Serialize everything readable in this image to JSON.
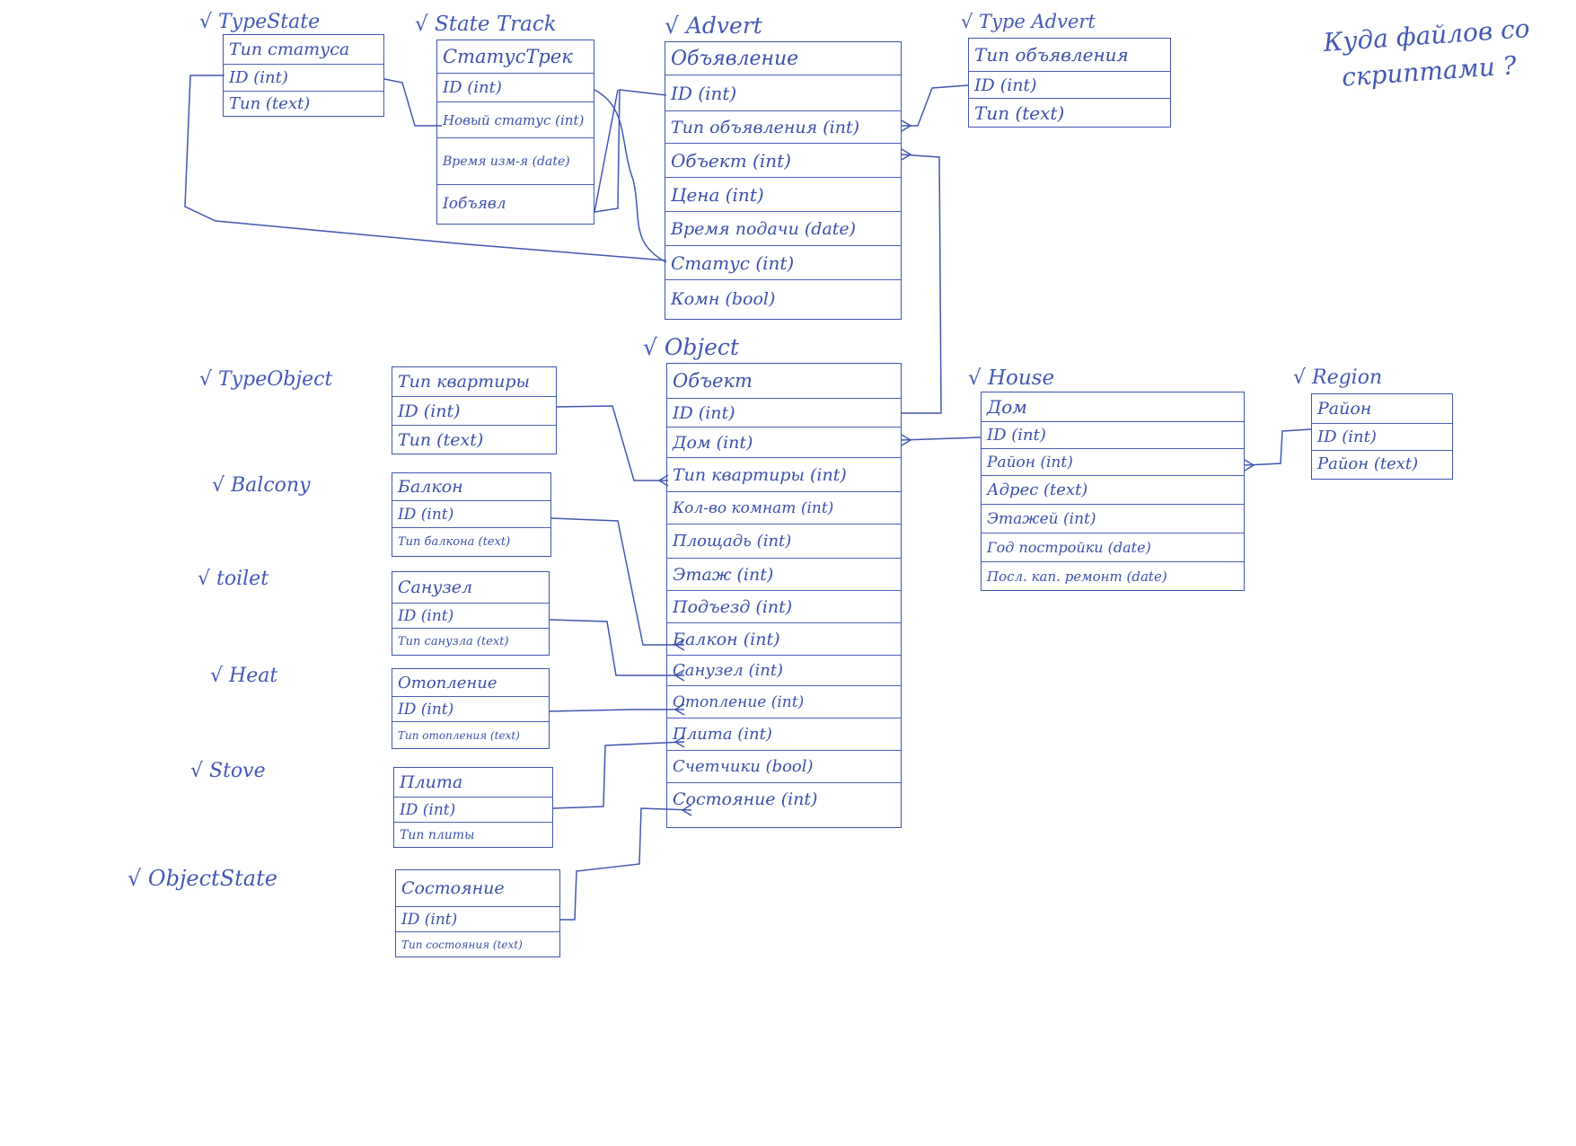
{
  "note": {
    "line1": "Куда файлов со",
    "line2": "скриптами ?"
  },
  "entities": {
    "type_state": {
      "label": "√ TypeState",
      "rows": [
        "Тип статуса",
        "ID (int)",
        "Тип (text)"
      ]
    },
    "state_track": {
      "label": "√ State Track",
      "rows": [
        "СтатусТрек",
        "ID (int)",
        "Новый статус (int)",
        "Время изм-я (date)",
        "Iобъявл"
      ]
    },
    "advert": {
      "label": "√ Advert",
      "rows": [
        "Объявление",
        "ID (int)",
        "Тип объявления (int)",
        "Объект (int)",
        "Цена (int)",
        "Время подачи (date)",
        "Статус (int)",
        "Комн (bool)"
      ]
    },
    "type_advert": {
      "label": "√ Type Advert",
      "rows": [
        "Тип объявления",
        "ID (int)",
        "Тип (text)"
      ]
    },
    "type_object": {
      "label": "√ TypeObject",
      "rows": [
        "Тип квартиры",
        "ID (int)",
        "Тип (text)"
      ]
    },
    "balcony": {
      "label": "√ Balcony",
      "rows": [
        "Балкон",
        "ID (int)",
        "Тип балкона (text)"
      ]
    },
    "toilet": {
      "label": "√ toilet",
      "rows": [
        "Санузел",
        "ID (int)",
        "Тип санузла (text)"
      ]
    },
    "heat": {
      "label": "√ Heat",
      "rows": [
        "Отопление",
        "ID (int)",
        "Тип отопления (text)"
      ]
    },
    "stove": {
      "label": "√ Stove",
      "rows": [
        "Плита",
        "ID (int)",
        "Тип плиты"
      ]
    },
    "object_state": {
      "label": "√ ObjectState",
      "rows": [
        "Состояние",
        "ID (int)",
        "Тип состояния (text)"
      ]
    },
    "object": {
      "label": "√ Object",
      "rows": [
        "Объект",
        "ID (int)",
        "Дом (int)",
        "Тип квартиры (int)",
        "Кол-во комнат (int)",
        "Площадь (int)",
        "Этаж (int)",
        "Подъезд (int)",
        "Балкон (int)",
        "Санузел (int)",
        "Отопление (int)",
        "Плита (int)",
        "Счетчики (bool)",
        "Состояние (int)"
      ]
    },
    "house": {
      "label": "√ House",
      "rows": [
        "Дом",
        "ID (int)",
        "Район (int)",
        "Адрес (text)",
        "Этажей (int)",
        "Год постройки (date)",
        "Посл. кап. ремонт (date)"
      ]
    },
    "region": {
      "label": "√ Region",
      "rows": [
        "Район",
        "ID (int)",
        "Район (text)"
      ]
    }
  },
  "colors": {
    "ink": "#3f55b0"
  }
}
